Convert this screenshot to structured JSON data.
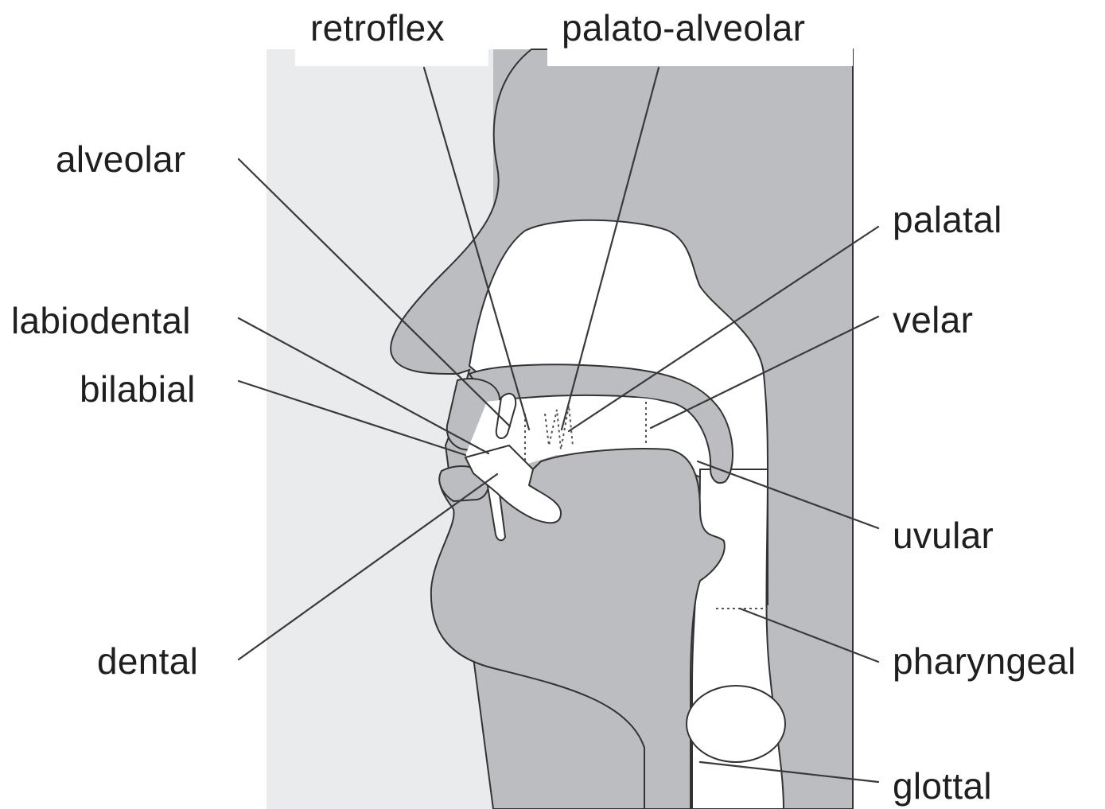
{
  "labels": {
    "retroflex": "retroflex",
    "palato_alveolar": "palato-alveolar",
    "alveolar": "alveolar",
    "labiodental": "labiodental",
    "bilabial": "bilabial",
    "dental": "dental",
    "palatal": "palatal",
    "velar": "velar",
    "uvular": "uvular",
    "pharyngeal": "pharyngeal",
    "glottal": "glottal"
  },
  "colors": {
    "background_panel": "#eaebed",
    "tissue": "#bcbdc0",
    "cavity": "#ffffff",
    "outline": "#333333",
    "pointer_line": "#3a3a3a"
  }
}
